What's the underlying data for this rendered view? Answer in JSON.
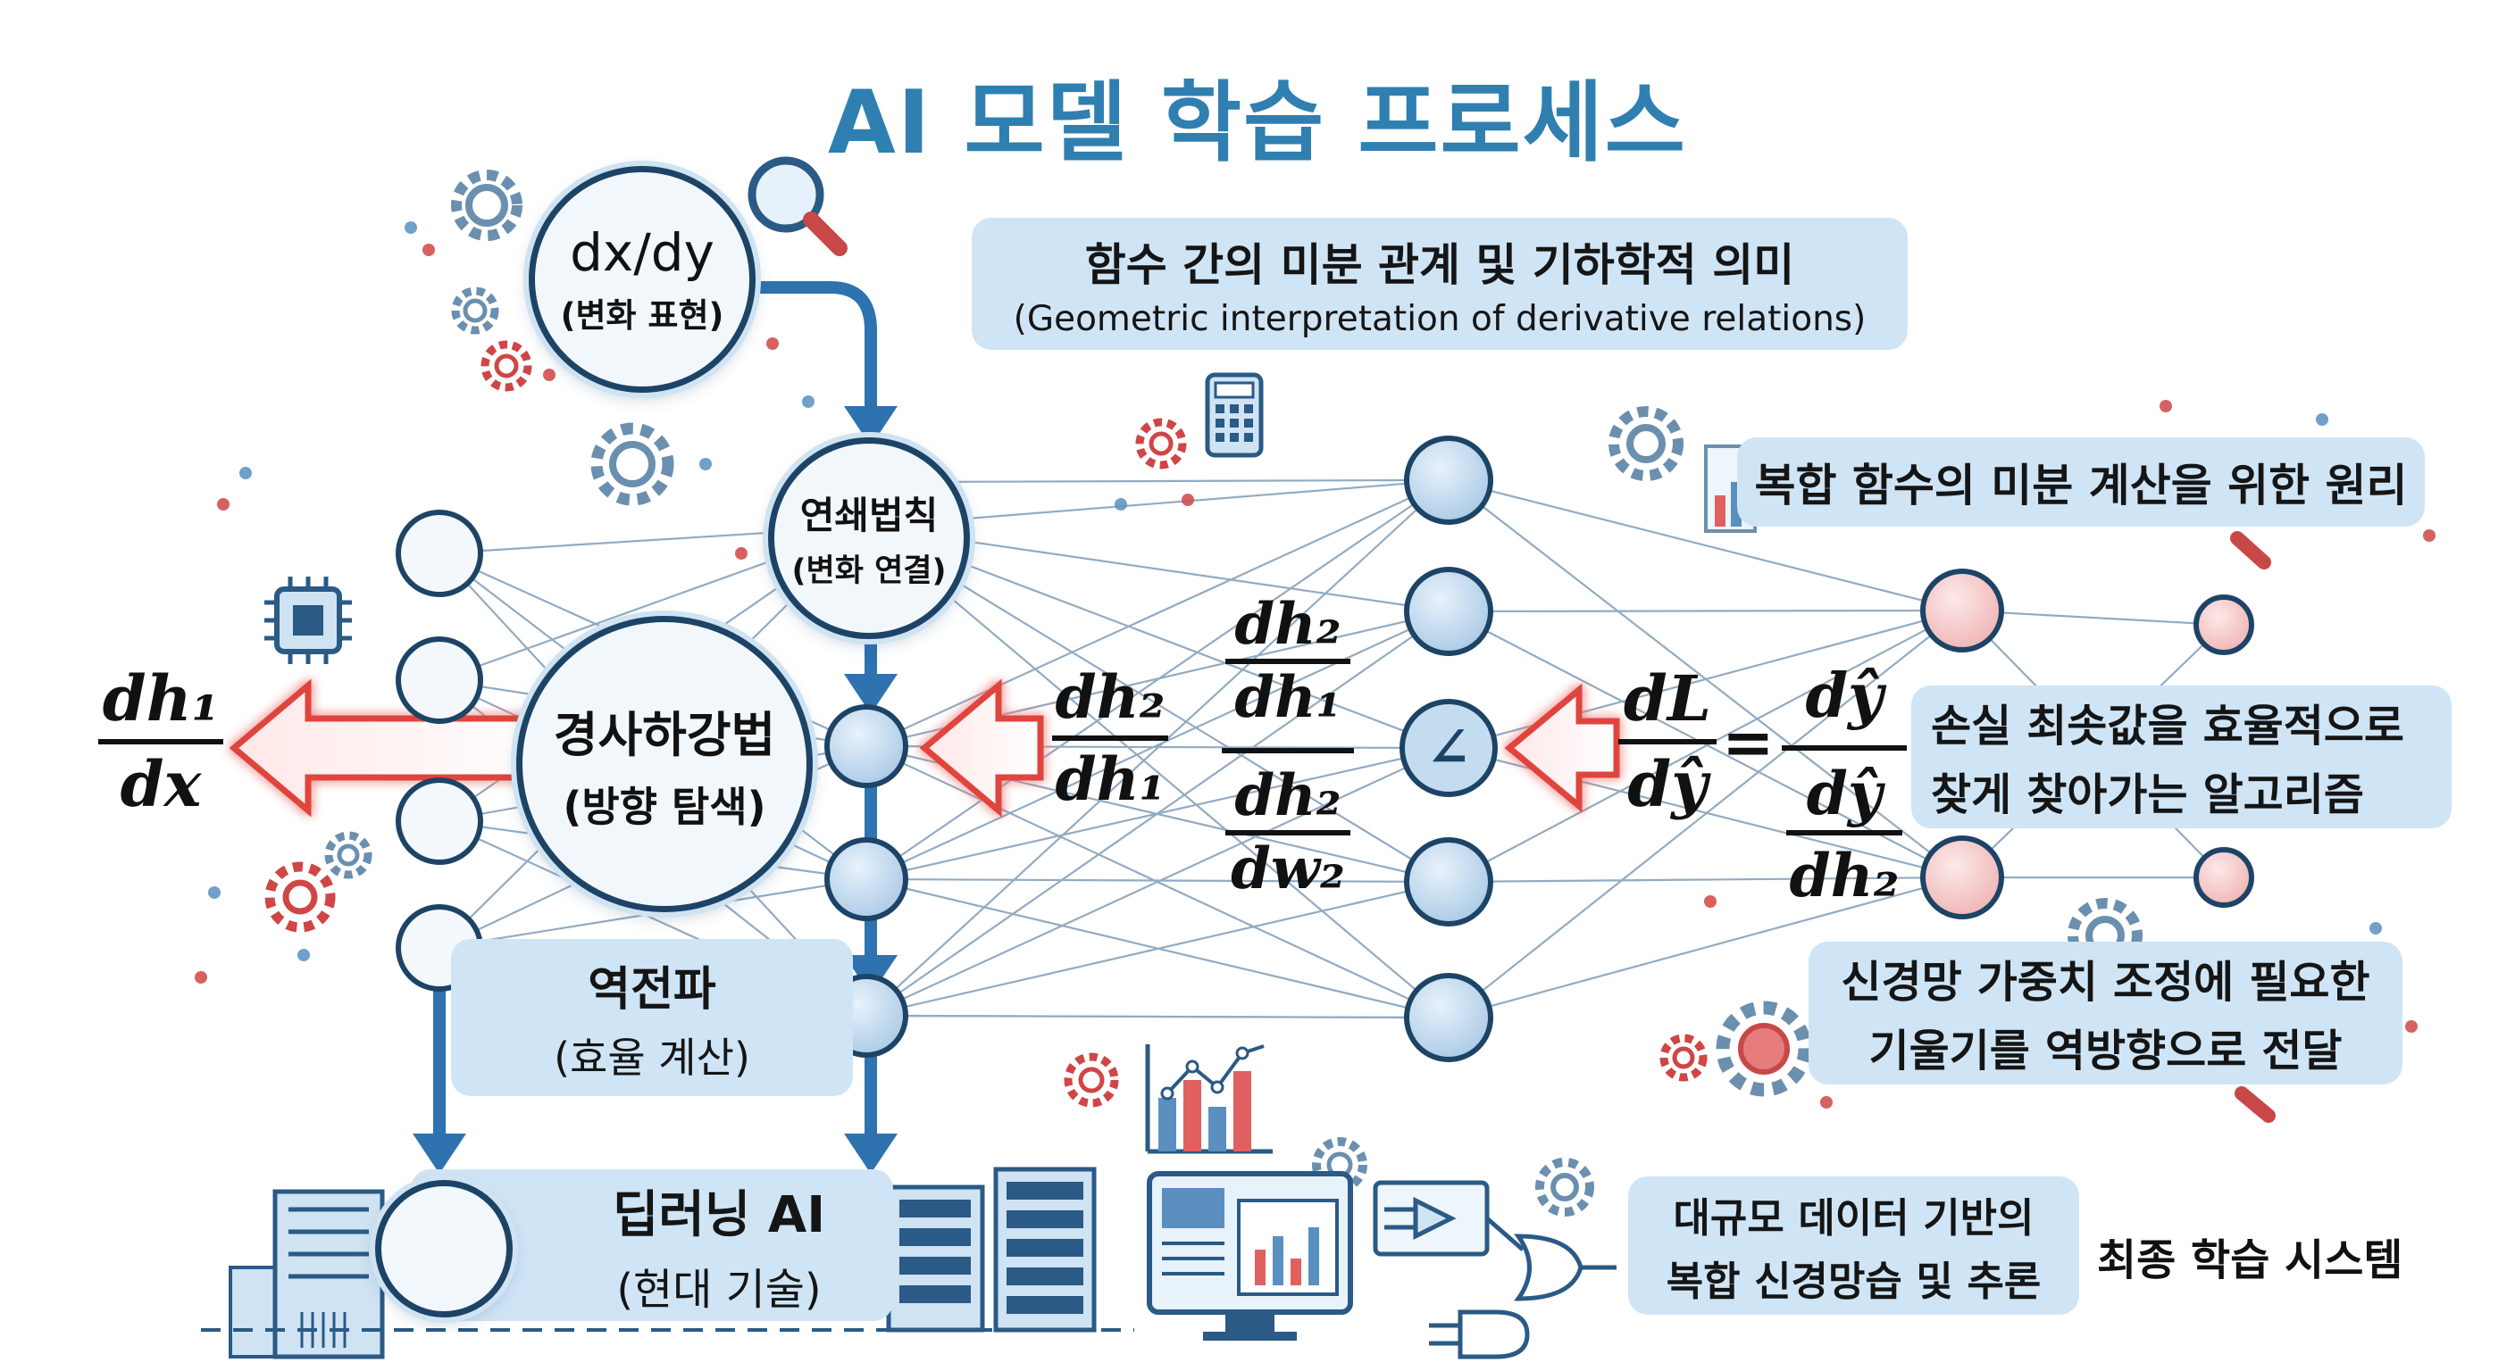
{
  "title": "AI 모델 학습 프로세스",
  "nodes": {
    "dxdy": {
      "label": "dx/dy",
      "sub": "(변화 표현)"
    },
    "chain": {
      "label": "연쇄법칙",
      "sub": "(변화 연결)"
    },
    "gradient": {
      "label": "경사하강법",
      "sub": "(방향 탐색)"
    },
    "backprop": {
      "label": "역전파",
      "sub": "(효율 계산)"
    },
    "deeplearning": {
      "label": "딥러닝 AI",
      "sub": "(현대 기술)"
    }
  },
  "callouts": {
    "geometric": {
      "line1": "함수 간의 미분 관계 및 기하학적 의미",
      "line2": "(Geometric interpretation of derivative relations)"
    },
    "composite": "복합 함수의 미분 계산을 위한 원리",
    "loss": {
      "line1": "손실 최솟값을 효율적으로",
      "line2": "찾게 찾아가는 알고리즘"
    },
    "weights": {
      "line1": "신경망 가중치 조정에 필요한",
      "line2": "기울기를 역방향으로 전달"
    },
    "bigdata": {
      "line1": "대규모 데이터 기반의",
      "line2": "복합 신경망습 및 추론"
    },
    "final": "최종 학습 시스템"
  },
  "math": {
    "left_frac": {
      "num": "dh₁",
      "den": "dx"
    },
    "mid_frac": {
      "num": "dh₂",
      "den": "dh₁"
    },
    "stack_top": {
      "num": "dh₂",
      "den": "dh₁"
    },
    "stack_bottom": {
      "num": "dh₂",
      "den": "dw₂"
    },
    "right_lhs": {
      "num": "dL",
      "den": "dŷ"
    },
    "equals": "=",
    "right_rhs_top": "dŷ",
    "right_rhs_mid": "dŷ",
    "right_rhs_bot": "dh₂",
    "center_node_symbol": "∠"
  },
  "colors": {
    "accent_blue": "#2f7fb1",
    "dark_navy": "#1d4466",
    "light_box": "#cfe5f6",
    "arrow_red": "#e0453d",
    "node_pink": "#f6d4d4"
  },
  "icons": [
    "gear-icon",
    "magnifier-icon",
    "calculator-icon",
    "chip-icon",
    "bar-chart-icon",
    "server-icon",
    "monitor-icon",
    "logic-gate-icon"
  ]
}
